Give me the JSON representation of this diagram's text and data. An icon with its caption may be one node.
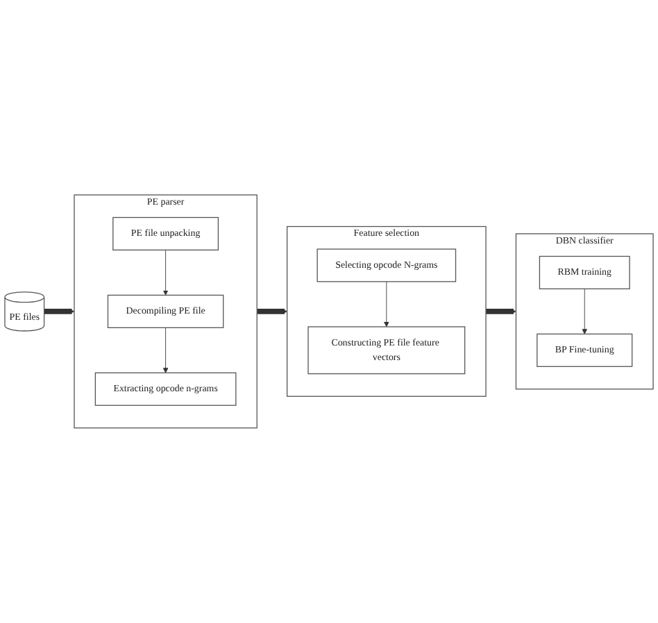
{
  "diagram": {
    "nodes": [
      {
        "text": [
          "PE files"
        ]
      },
      {
        "text": [
          "PE parser"
        ]
      },
      {
        "text": [
          "PE file unpacking"
        ],
        "in": 1
      },
      {
        "text": [
          "Decompiling PE file"
        ],
        "in": 1
      },
      {
        "text": [
          "Extracting opcode n-grams"
        ],
        "in": 1
      },
      {
        "text": [
          "Feature selection"
        ]
      },
      {
        "text": [
          "Selecting opcode N-grams"
        ],
        "in": 5
      },
      {
        "text": [
          "Constructing PE file feature vectors"
        ],
        "in": 5
      },
      {
        "text": [
          "DBN classifier"
        ]
      },
      {
        "text": [
          "RBM training"
        ],
        "in": 8
      },
      {
        "text": [
          "BP Fine-tuning"
        ],
        "in": 8
      }
    ],
    "edges": [
      {
        "from": 0,
        "to": 1,
        "arrow": "to",
        "style": "thick"
      },
      {
        "from": 1,
        "to": 5,
        "arrow": "to",
        "style": "thick"
      },
      {
        "from": 5,
        "to": 8,
        "arrow": "to",
        "style": "thick"
      },
      {
        "from": 2,
        "to": 3,
        "arrow": "to"
      },
      {
        "from": 3,
        "to": 4,
        "arrow": "to"
      },
      {
        "from": 6,
        "to": 7,
        "arrow": "to"
      },
      {
        "from": 9,
        "to": 10,
        "arrow": "to"
      }
    ]
  }
}
